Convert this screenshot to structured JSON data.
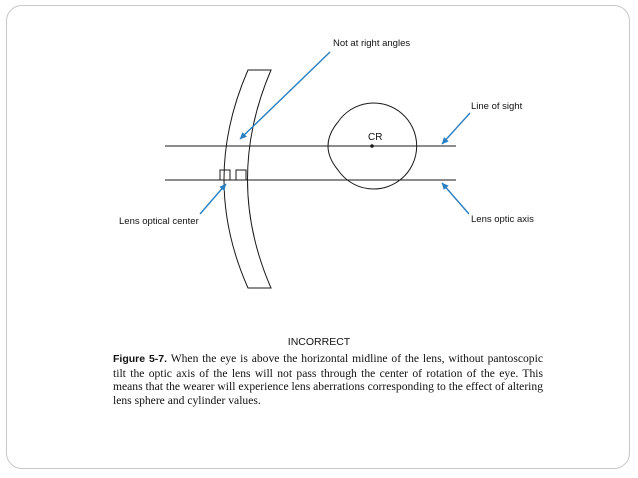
{
  "labels": {
    "not_right_angles": "Not at right angles",
    "line_of_sight": "Line of sight",
    "cr": "CR",
    "lens_optical_center": "Lens optical center",
    "lens_optic_axis": "Lens optic axis"
  },
  "heading": "INCORRECT",
  "caption": {
    "figure_label": "Figure 5-7.",
    "text": "When the eye is above the horizontal midline of the lens, without pantoscopic tilt the optic axis of the lens will not pass through the center of rotation of the eye. This means that the wearer will experience lens aberrations corresponding to the effect of altering lens sphere and cylinder values."
  },
  "colors": {
    "arrow": "#2a7fc1",
    "line": "#1a1a1a",
    "frame": "#c8c8c8"
  }
}
